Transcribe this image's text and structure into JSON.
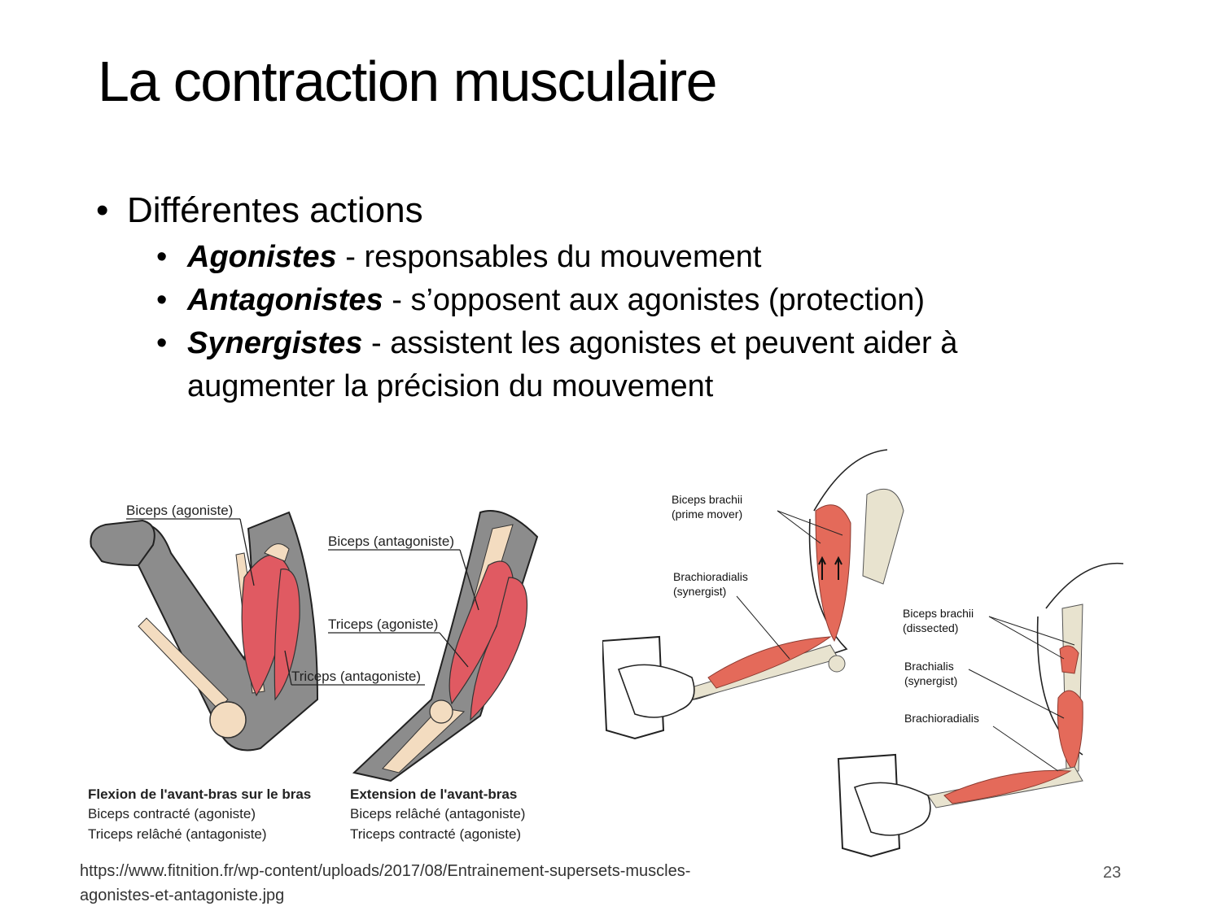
{
  "slide": {
    "title": "La contraction musculaire",
    "bullet_main": "Différentes actions",
    "sub_bullets": [
      {
        "term": "Agonistes",
        "text": " - responsables du mouvement"
      },
      {
        "term": "Antagonistes",
        "text": " - s’opposent aux agonistes (protection)"
      },
      {
        "term": "Synergistes",
        "text": " - assistent les agonistes et peuvent aider à augmenter la précision du mouvement"
      }
    ],
    "source": "https://www.fitnition.fr/wp-content/uploads/2017/08/Entrainement-supersets-muscles-agonistes-et-antagoniste.jpg",
    "page_number": "23"
  },
  "figure_left": {
    "labels": {
      "biceps_agonist": "Biceps (agoniste)",
      "biceps_antagonist": "Biceps (antagoniste)",
      "triceps_agonist": "Triceps (agoniste)",
      "triceps_antagonist": "Triceps (antagoniste)"
    },
    "caption_flexion": {
      "title": "Flexion de l'avant-bras sur le bras",
      "line1": "Biceps contracté (agoniste)",
      "line2": "Triceps relâché (antagoniste)"
    },
    "caption_extension": {
      "title": "Extension de l'avant-bras",
      "line1": "Biceps relâché (antagoniste)",
      "line2": "Triceps contracté (agoniste)"
    }
  },
  "figure_right": {
    "labels": {
      "biceps_brachii_1": "Biceps brachii",
      "biceps_brachii_1_sub": "(prime mover)",
      "brachioradialis_1": "Brachioradialis",
      "brachioradialis_1_sub": "(synergist)",
      "biceps_brachii_2": "Biceps brachii",
      "biceps_brachii_2_sub": "(dissected)",
      "brachialis": "Brachialis",
      "brachialis_sub": "(synergist)",
      "brachioradialis_2": "Brachioradialis"
    }
  },
  "colors": {
    "muscle": "#e05a62",
    "skin_gray": "#8c8c8c",
    "bone": "#f3dcc0"
  }
}
